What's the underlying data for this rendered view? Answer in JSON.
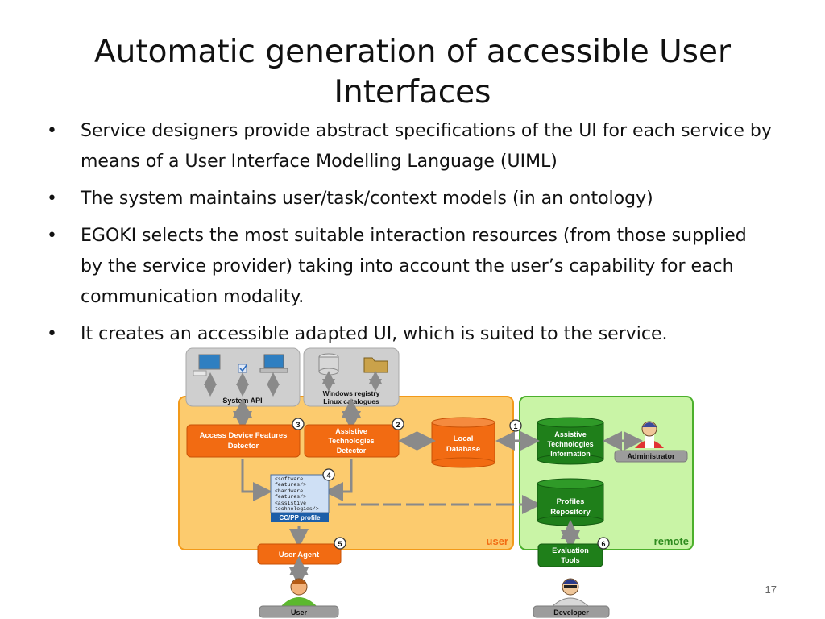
{
  "slide": {
    "title": "Automatic generation of accessible User Interfaces",
    "bullets": [
      "Service designers provide abstract specifications of the UI for each service by means of a User Interface Modelling Language (UIML)",
      "The system maintains user/task/context models (in an ontology)",
      "EGOKI selects the most suitable interaction resources (from those supplied by the service provider) taking into account the user’s capability for each communication modality.",
      "It creates an accessible adapted UI, which is suited to the service."
    ],
    "page_number": "17"
  },
  "diagram": {
    "system_api": "System API",
    "windows_registry_line1": "Windows registry",
    "windows_registry_line2": "Linux catalogues",
    "access_device_line1": "Access Device Features",
    "access_device_line2": "Detector",
    "assistive_detector_line1": "Assistive",
    "assistive_detector_line2": "Technologies",
    "assistive_detector_line3": "Detector",
    "local_db_line1": "Local",
    "local_db_line2": "Database",
    "assistive_info_line1": "Assistive",
    "assistive_info_line2": "Technologies",
    "assistive_info_line3": "Information",
    "administrator": "Administrator",
    "profile_line1": "<software",
    "profile_line2": "features/>",
    "profile_line3": "<hardware",
    "profile_line4": "features/>",
    "profile_line5": "<assistive",
    "profile_line6": "technologies/>",
    "ccpp_profile": "CC/PP profile",
    "profiles_repo_line1": "Profiles",
    "profiles_repo_line2": "Repository",
    "user_zone": "user",
    "remote_zone": "remote",
    "user_agent": "User Agent",
    "evaluation_line1": "Evaluation",
    "evaluation_line2": "Tools",
    "user": "User",
    "developer": "Developer",
    "badges": [
      "1",
      "2",
      "3",
      "4",
      "5",
      "6"
    ],
    "colors": {
      "user_zone": "#fccb6e",
      "user_zone_border": "#f29a1a",
      "remote_zone": "#c9f4a6",
      "remote_zone_border": "#4cb02c",
      "orange_box": "#f26b12",
      "green_box": "#1f7f1a",
      "gray_box": "#cfcfcf",
      "label_box": "#9c9c9c"
    }
  }
}
